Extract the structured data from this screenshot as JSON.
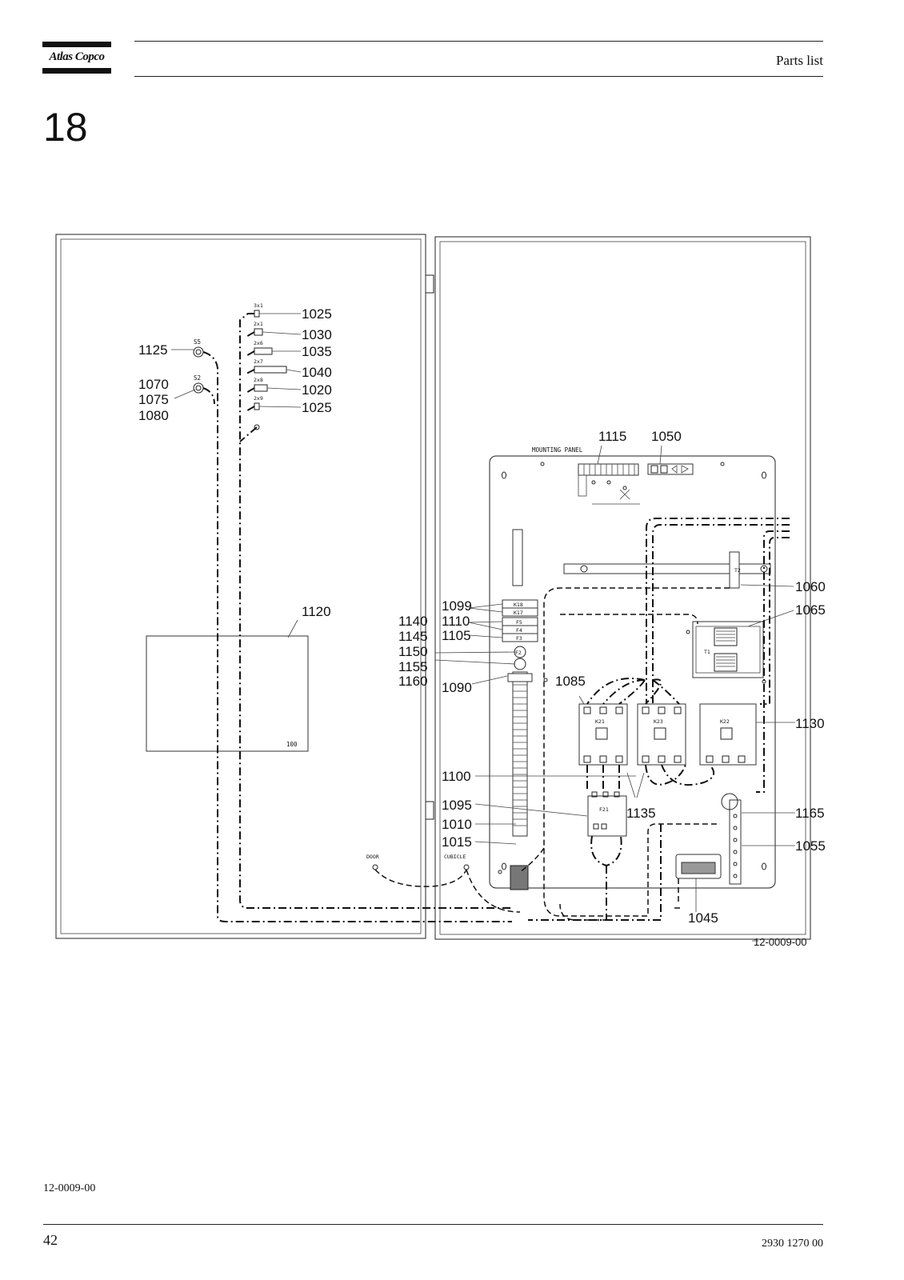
{
  "header": {
    "brand": "Atlas Copco",
    "title": "Parts list"
  },
  "chapter_number": "18",
  "drawing": {
    "callouts": {
      "c1025a": "1025",
      "c1030": "1030",
      "c1035": "1035",
      "c1040": "1040",
      "c1020": "1020",
      "c1025b": "1025",
      "c1125": "1125",
      "c1070": "1070",
      "c1075": "1075",
      "c1080": "1080",
      "c1120": "1120",
      "c1115": "1115",
      "c1050": "1050",
      "c1060": "1060",
      "c1065": "1065",
      "c1099": "1099",
      "c1110": "1110",
      "c1140": "1140",
      "c1145": "1145",
      "c1105": "1105",
      "c1150": "1150",
      "c1155": "1155",
      "c1160": "1160",
      "c1090": "1090",
      "c1085": "1085",
      "c1130": "1130",
      "c1100": "1100",
      "c1095": "1095",
      "c1135": "1135",
      "c1010": "1010",
      "c1165": "1165",
      "c1015": "1015",
      "c1055": "1055",
      "c1045": "1045",
      "ref": "12-0009-00"
    },
    "small_labels": {
      "l3x1": "3x1",
      "l2x1": "2x1",
      "l2x6": "2x6",
      "l2x7": "2x7",
      "l2x8": "2x8",
      "l2x9": "2x9",
      "s5": "S5",
      "s2": "S2",
      "mounting_panel": "MOUNTING PANEL",
      "t2": "T2",
      "t1": "T1",
      "k18": "K18",
      "k17": "K17",
      "f5": "F5",
      "f4": "F4",
      "f3": "F3",
      "f2": "F2",
      "k21": "K21",
      "k23": "K23",
      "k22": "K22",
      "f21": "F21",
      "door": "DOOR",
      "cubicle": "CUBICLE",
      "n100": "100"
    }
  },
  "footer": {
    "figure_ref": "12-0009-00",
    "page_number": "42",
    "document_number": "2930 1270 00"
  }
}
